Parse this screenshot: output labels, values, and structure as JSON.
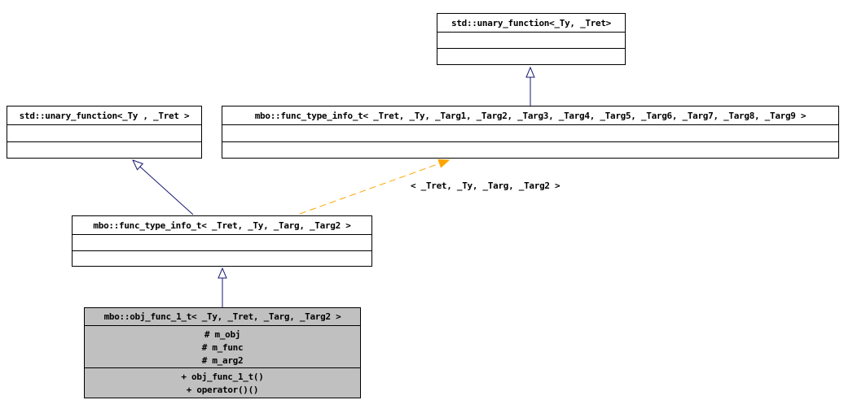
{
  "diagram": {
    "type": "uml-class-inheritance",
    "nodes": {
      "std_unary_function_top": {
        "title": "std::unary_function<_Ty, _Tret>"
      },
      "std_unary_function_left": {
        "title": "std::unary_function<_Ty , _Tret >"
      },
      "func_type_info_full": {
        "title": "mbo::func_type_info_t< _Tret, _Ty, _Targ1, _Targ2, _Targ3, _Targ4, _Targ5, _Targ6, _Targ7, _Targ8, _Targ9 >"
      },
      "func_type_info_short": {
        "title": "mbo::func_type_info_t< _Tret, _Ty, _Targ, _Targ2 >"
      },
      "obj_func_1_t": {
        "title": "mbo::obj_func_1_t< _Ty, _Tret, _Targ, _Targ2 >",
        "members": [
          "# m_obj",
          "# m_func",
          "# m_arg2"
        ],
        "methods": [
          "+ obj_func_1_t()",
          "+ operator()()"
        ]
      }
    },
    "edges": [
      {
        "from": "func_type_info_full",
        "to": "std_unary_function_top",
        "kind": "inheritance",
        "label": ""
      },
      {
        "from": "func_type_info_short",
        "to": "std_unary_function_left",
        "kind": "inheritance",
        "label": ""
      },
      {
        "from": "obj_func_1_t",
        "to": "func_type_info_short",
        "kind": "inheritance",
        "label": ""
      },
      {
        "from": "func_type_info_short",
        "to": "func_type_info_full",
        "kind": "template-instantiation",
        "label": "< _Tret, _Ty, _Targ, _Targ2 >"
      }
    ],
    "colors": {
      "edge_inheritance": "#191970",
      "edge_template": "#ffa500",
      "node_border": "#000000",
      "node_fill": "#ffffff",
      "node_highlight_fill": "#c0c0c0",
      "text": "#000000",
      "background": "#ffffff"
    }
  }
}
